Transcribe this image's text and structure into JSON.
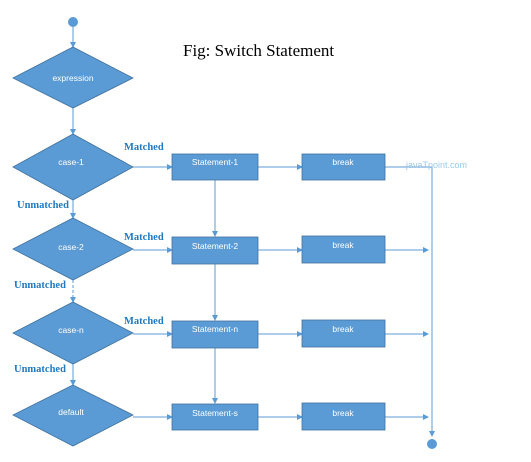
{
  "title": "Fig: Switch Statement",
  "watermark": "javaTpoint.com",
  "nodes": {
    "expression": "expression",
    "case1": "case-1",
    "case2": "case-2",
    "casen": "case-n",
    "default": "default",
    "statement1": "Statement-1",
    "statement2": "Statement-2",
    "statementn": "Statement-n",
    "statements": "Statement-s",
    "break1": "break",
    "break2": "break",
    "breakn": "break",
    "breaks": "break"
  },
  "edge_labels": {
    "matched1": "Matched",
    "matched2": "Matched",
    "matchedn": "Matched",
    "unmatched1": "Unmatched",
    "unmatched2": "Unmatched",
    "unmatchedn": "Unmatched"
  },
  "colors": {
    "shape_fill": "#5b9bd5",
    "shape_stroke": "#41719c",
    "edge_label": "#1f7ac2",
    "watermark": "#9cc9e8"
  }
}
